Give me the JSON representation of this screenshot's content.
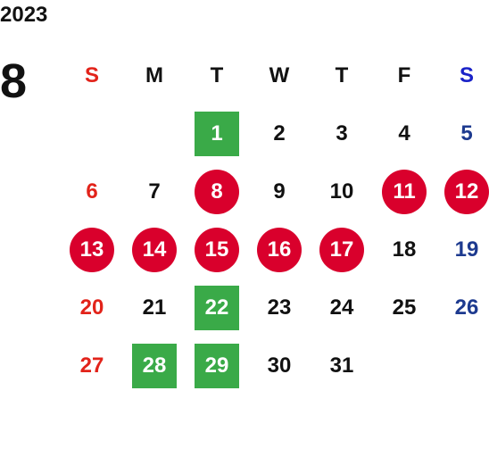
{
  "year": "2023",
  "month": "8",
  "colors": {
    "text": "#111111",
    "sunday": "#e2231a",
    "saturday_header": "#1a22c8",
    "saturday_date": "#1d3a8f",
    "holiday_circle": "#d9002c",
    "special_square": "#3aaa48",
    "marked_text": "#ffffff"
  },
  "weekdays": [
    "S",
    "M",
    "T",
    "W",
    "T",
    "F",
    "S"
  ],
  "weeks": [
    [
      null,
      null,
      {
        "d": "1",
        "mark": "square"
      },
      {
        "d": "2"
      },
      {
        "d": "3"
      },
      {
        "d": "4"
      },
      {
        "d": "5"
      }
    ],
    [
      {
        "d": "6"
      },
      {
        "d": "7"
      },
      {
        "d": "8",
        "mark": "circle"
      },
      {
        "d": "9"
      },
      {
        "d": "10"
      },
      {
        "d": "11",
        "mark": "circle"
      },
      {
        "d": "12",
        "mark": "circle"
      }
    ],
    [
      {
        "d": "13",
        "mark": "circle"
      },
      {
        "d": "14",
        "mark": "circle"
      },
      {
        "d": "15",
        "mark": "circle"
      },
      {
        "d": "16",
        "mark": "circle"
      },
      {
        "d": "17",
        "mark": "circle"
      },
      {
        "d": "18"
      },
      {
        "d": "19"
      }
    ],
    [
      {
        "d": "20"
      },
      {
        "d": "21"
      },
      {
        "d": "22",
        "mark": "square"
      },
      {
        "d": "23"
      },
      {
        "d": "24"
      },
      {
        "d": "25"
      },
      {
        "d": "26"
      }
    ],
    [
      {
        "d": "27"
      },
      {
        "d": "28",
        "mark": "square"
      },
      {
        "d": "29",
        "mark": "square"
      },
      {
        "d": "30"
      },
      {
        "d": "31"
      },
      null,
      null
    ]
  ]
}
